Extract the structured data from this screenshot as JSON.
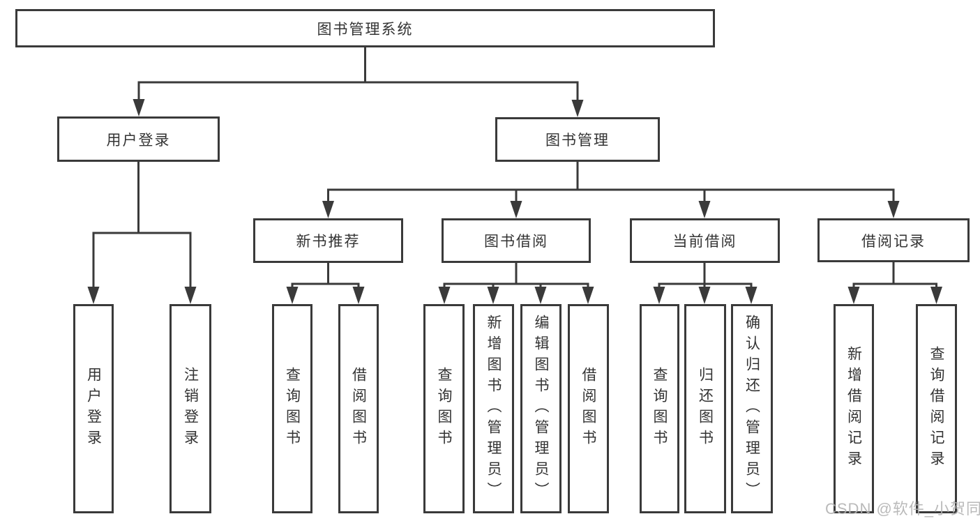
{
  "tree": {
    "label": "图书管理系统",
    "children": [
      {
        "label": "用户登录",
        "children": [
          {
            "label": "用户登录"
          },
          {
            "label": "注销登录"
          }
        ]
      },
      {
        "label": "图书管理",
        "children": [
          {
            "label": "新书推荐",
            "children": [
              {
                "label": "查询图书"
              },
              {
                "label": "借阅图书"
              }
            ]
          },
          {
            "label": "图书借阅",
            "children": [
              {
                "label": "查询图书"
              },
              {
                "label": "新增图书（管理员）"
              },
              {
                "label": "编辑图书（管理员）"
              },
              {
                "label": "借阅图书"
              }
            ]
          },
          {
            "label": "当前借阅",
            "children": [
              {
                "label": "查询图书"
              },
              {
                "label": "归还图书"
              },
              {
                "label": "确认归还（管理员）"
              }
            ]
          },
          {
            "label": "借阅记录",
            "children": [
              {
                "label": "新增借阅记录"
              },
              {
                "label": "查询借阅记录"
              }
            ]
          }
        ]
      }
    ]
  },
  "watermark": {
    "text": "CSDN @软件_小贺同学"
  },
  "colors": {
    "line": "#3a3a3a",
    "text": "#333333",
    "watermark": "#b2b2b2",
    "background": "#ffffff"
  }
}
